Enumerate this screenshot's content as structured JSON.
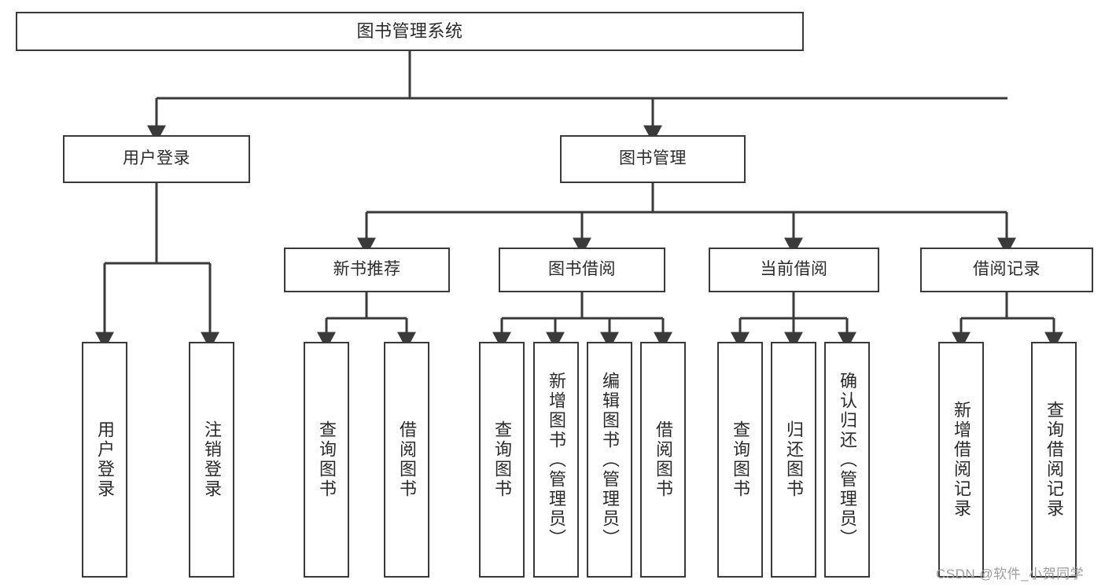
{
  "diagram": {
    "type": "tree",
    "title": "图书管理系统",
    "orientation": "top-down",
    "line_color": "#3a3a3a",
    "box_fill": "#ffffff",
    "text_color": "#2b2b2b",
    "root": {
      "label": "图书管理系统",
      "children": [
        {
          "label": "用户登录",
          "children": [
            {
              "label": "用户登录"
            },
            {
              "label": "注销登录"
            }
          ]
        },
        {
          "label": "图书管理",
          "children": [
            {
              "label": "新书推荐",
              "children": [
                {
                  "label": "查询图书"
                },
                {
                  "label": "借阅图书"
                }
              ]
            },
            {
              "label": "图书借阅",
              "children": [
                {
                  "label": "查询图书"
                },
                {
                  "label": "新增图书（管理员）"
                },
                {
                  "label": "编辑图书（管理员）"
                },
                {
                  "label": "借阅图书"
                }
              ]
            },
            {
              "label": "当前借阅",
              "children": [
                {
                  "label": "查询图书"
                },
                {
                  "label": "归还图书"
                },
                {
                  "label": "确认归还（管理员）"
                }
              ]
            },
            {
              "label": "借阅记录",
              "children": [
                {
                  "label": "新增借阅记录"
                },
                {
                  "label": "查询借阅记录"
                }
              ]
            }
          ]
        }
      ]
    }
  },
  "watermark": {
    "text": "CSDN @软件_小贺同学"
  }
}
